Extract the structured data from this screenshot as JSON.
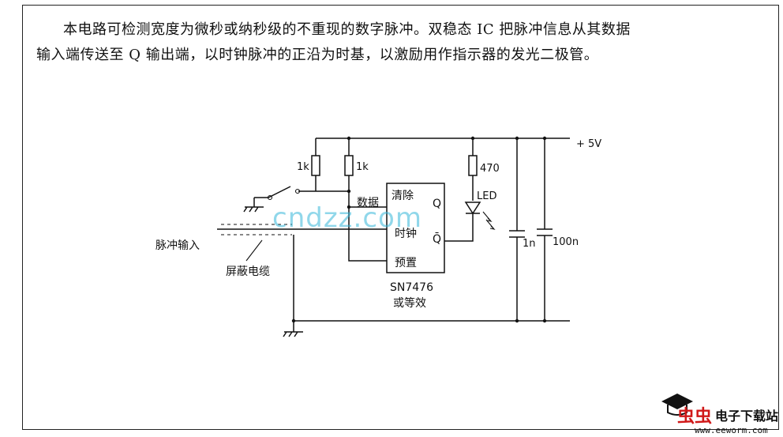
{
  "description": {
    "line1": "本电路可检测宽度为微秒或纳秒级的不重现的数字脉冲。双稳态 IC 把脉冲信息从其数据",
    "line2": "输入端传送至 Q 输出端，以时钟脉冲的正沿为时基，以激励用作指示器的发光二极管。"
  },
  "circuit": {
    "supply": "+ 5V",
    "r1": "1k",
    "r2": "1k",
    "r_led": "470",
    "led": "LED",
    "c1": "1n",
    "c2": "100n",
    "pin_clear": "清除",
    "pin_data": "数据",
    "pin_clock": "时钟",
    "pin_preset": "预置",
    "pin_q": "Q",
    "pin_qbar": "Q̄",
    "ic_name": "SN7476",
    "ic_equiv": "或等效",
    "pulse_input": "脉冲输入",
    "shield_cable": "屏蔽电缆"
  },
  "watermark": "cndzz.com",
  "logo": {
    "chars": "虫虫",
    "name": "电子下载站",
    "url": "www.eeworm.com"
  }
}
